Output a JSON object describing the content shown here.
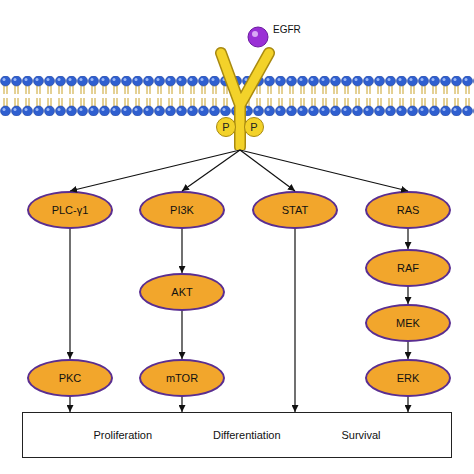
{
  "diagram": {
    "nodes": [
      {
        "text": [
          "EGFR"
        ]
      },
      {
        "text": [
          "P"
        ],
        "in": 0
      },
      {
        "text": [
          "P"
        ],
        "in": 0
      },
      {
        "text": [
          "PLC-γ1"
        ]
      },
      {
        "text": [
          "PI3K"
        ]
      },
      {
        "text": [
          "STAT"
        ]
      },
      {
        "text": [
          "RAS"
        ]
      },
      {
        "text": [
          "AKT"
        ]
      },
      {
        "text": [
          "RAF"
        ]
      },
      {
        "text": [
          "MEK"
        ]
      },
      {
        "text": [
          "PKC"
        ]
      },
      {
        "text": [
          "mTOR"
        ]
      },
      {
        "text": [
          "ERK"
        ]
      },
      {
        "text": [
          "Proliferation",
          "Differentiation",
          "Survival"
        ]
      }
    ],
    "edges": [
      {
        "from": 0,
        "to": 3,
        "arrow": "to"
      },
      {
        "from": 0,
        "to": 4,
        "arrow": "to"
      },
      {
        "from": 0,
        "to": 5,
        "arrow": "to"
      },
      {
        "from": 0,
        "to": 6,
        "arrow": "to"
      },
      {
        "from": 3,
        "to": 10,
        "arrow": "to"
      },
      {
        "from": 4,
        "to": 7,
        "arrow": "to"
      },
      {
        "from": 7,
        "to": 11,
        "arrow": "to"
      },
      {
        "from": 6,
        "to": 8,
        "arrow": "to"
      },
      {
        "from": 8,
        "to": 9,
        "arrow": "to"
      },
      {
        "from": 9,
        "to": 12,
        "arrow": "to"
      },
      {
        "from": 10,
        "to": 13,
        "arrow": "to"
      },
      {
        "from": 11,
        "to": 13,
        "arrow": "to"
      },
      {
        "from": 5,
        "to": 13,
        "arrow": "to"
      },
      {
        "from": 12,
        "to": 13,
        "arrow": "to"
      }
    ]
  }
}
